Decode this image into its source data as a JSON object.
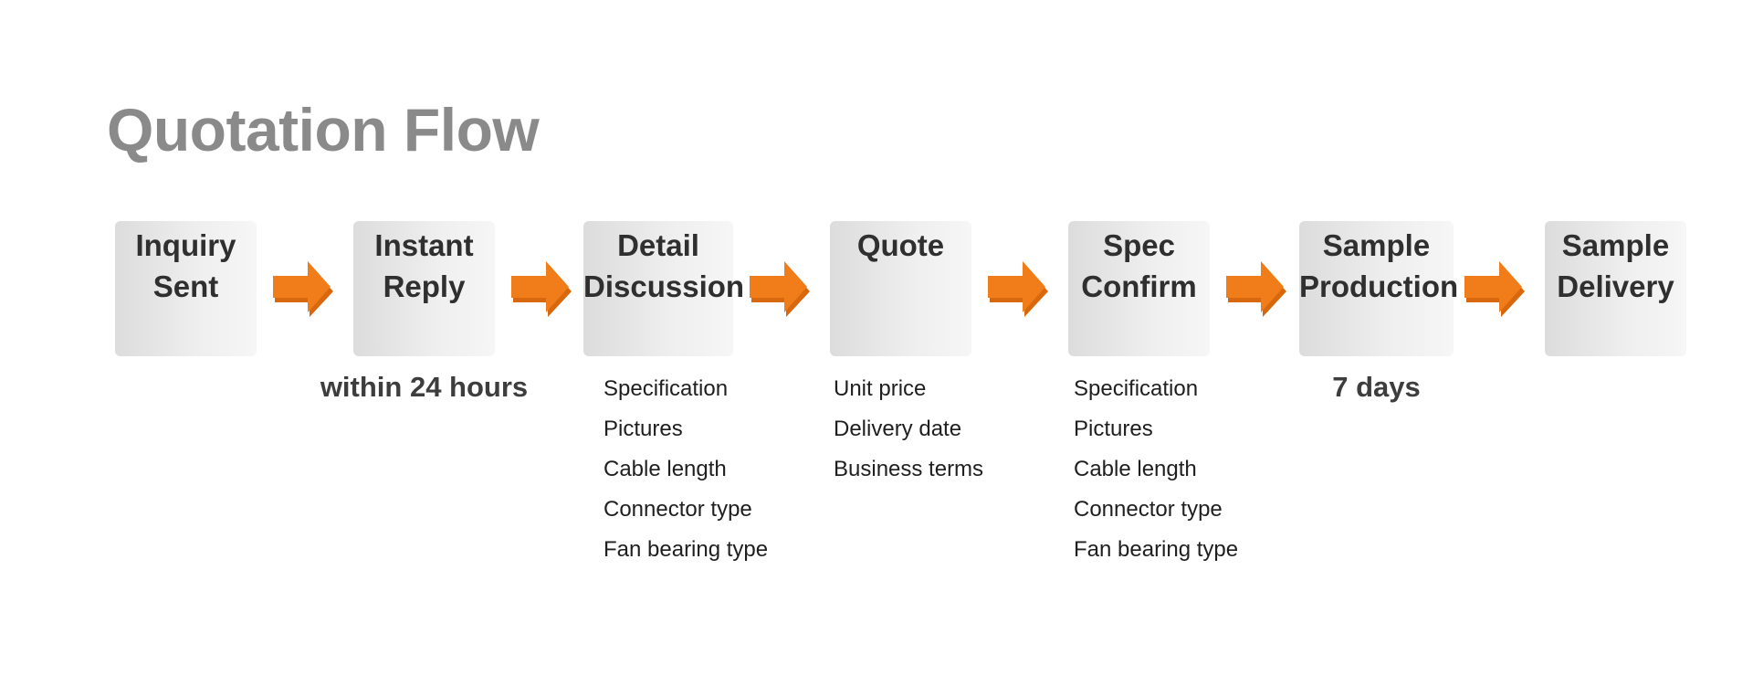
{
  "title": "Quotation Flow",
  "steps": [
    {
      "label": "Inquiry\nSent"
    },
    {
      "label": "Instant\nReply",
      "note": "within 24 hours"
    },
    {
      "label": "Detail\nDiscussion",
      "details": [
        "Specification",
        "Pictures",
        "Cable length",
        "Connector type",
        "Fan bearing type"
      ]
    },
    {
      "label": "Quote",
      "details": [
        "Unit price",
        "Delivery date",
        "Business terms"
      ]
    },
    {
      "label": "Spec\nConfirm",
      "details": [
        "Specification",
        "Pictures",
        "Cable length",
        "Connector type",
        "Fan bearing type"
      ]
    },
    {
      "label": "Sample\nProduction",
      "note": "7 days"
    },
    {
      "label": "Sample\nDelivery"
    }
  ],
  "colors": {
    "title": "#8a8a8a",
    "arrow": "#f07d1a",
    "arrow_dark": "#d8680e",
    "box_start": "#dcdcdc",
    "box_end": "#f6f6f6"
  },
  "arrow_icon": "right-arrow-icon"
}
